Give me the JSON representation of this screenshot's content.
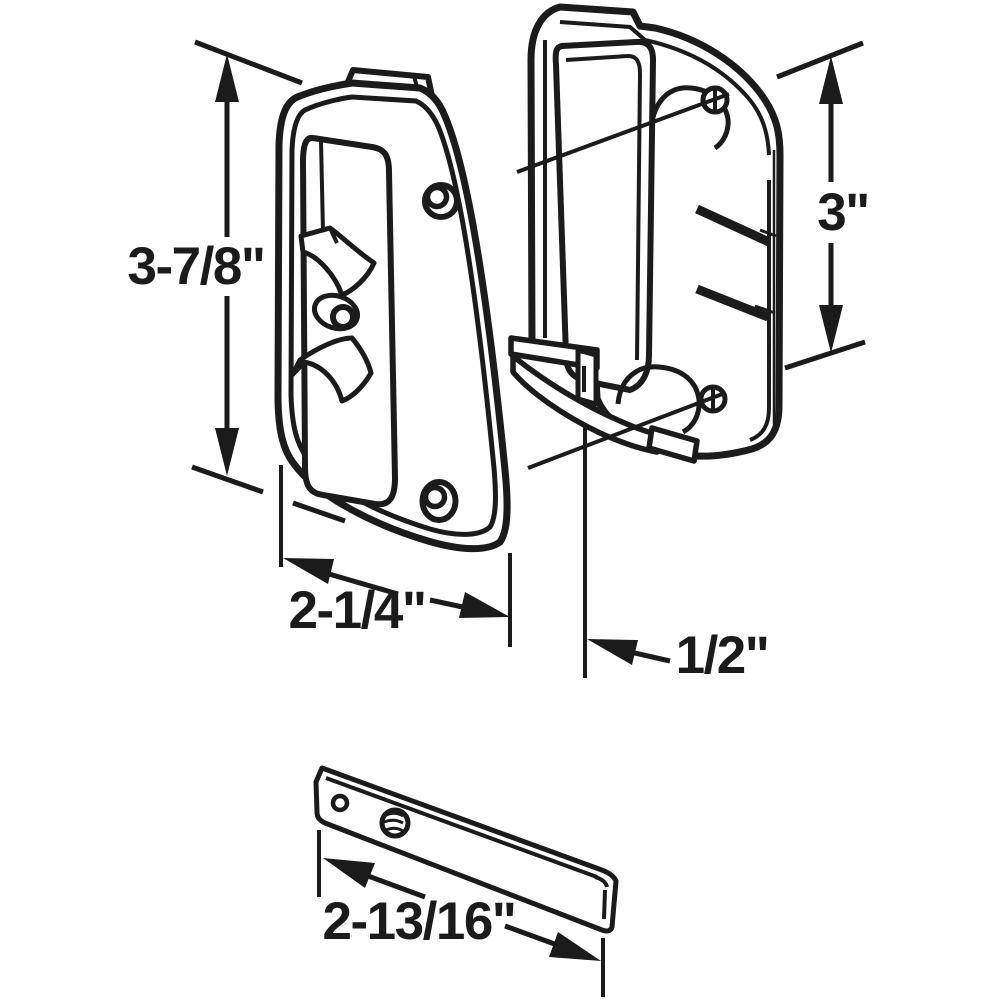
{
  "diagram": {
    "type": "technical-line-drawing",
    "subject": "sliding-glass-door-handle-latch-set",
    "background_color": "#ffffff",
    "line_color": "#1b1b1b",
    "parts": [
      "interior-latch-plate",
      "exterior-pull-plate",
      "latch-hook-tongue",
      "mounting-bar"
    ],
    "labels": {
      "plate_height_left": "3-7/8\"",
      "plate_height_right": "3\"",
      "plate_width": "2-1/4\"",
      "tongue_offset": "1/2\"",
      "bar_length": "2-13/16\""
    }
  }
}
